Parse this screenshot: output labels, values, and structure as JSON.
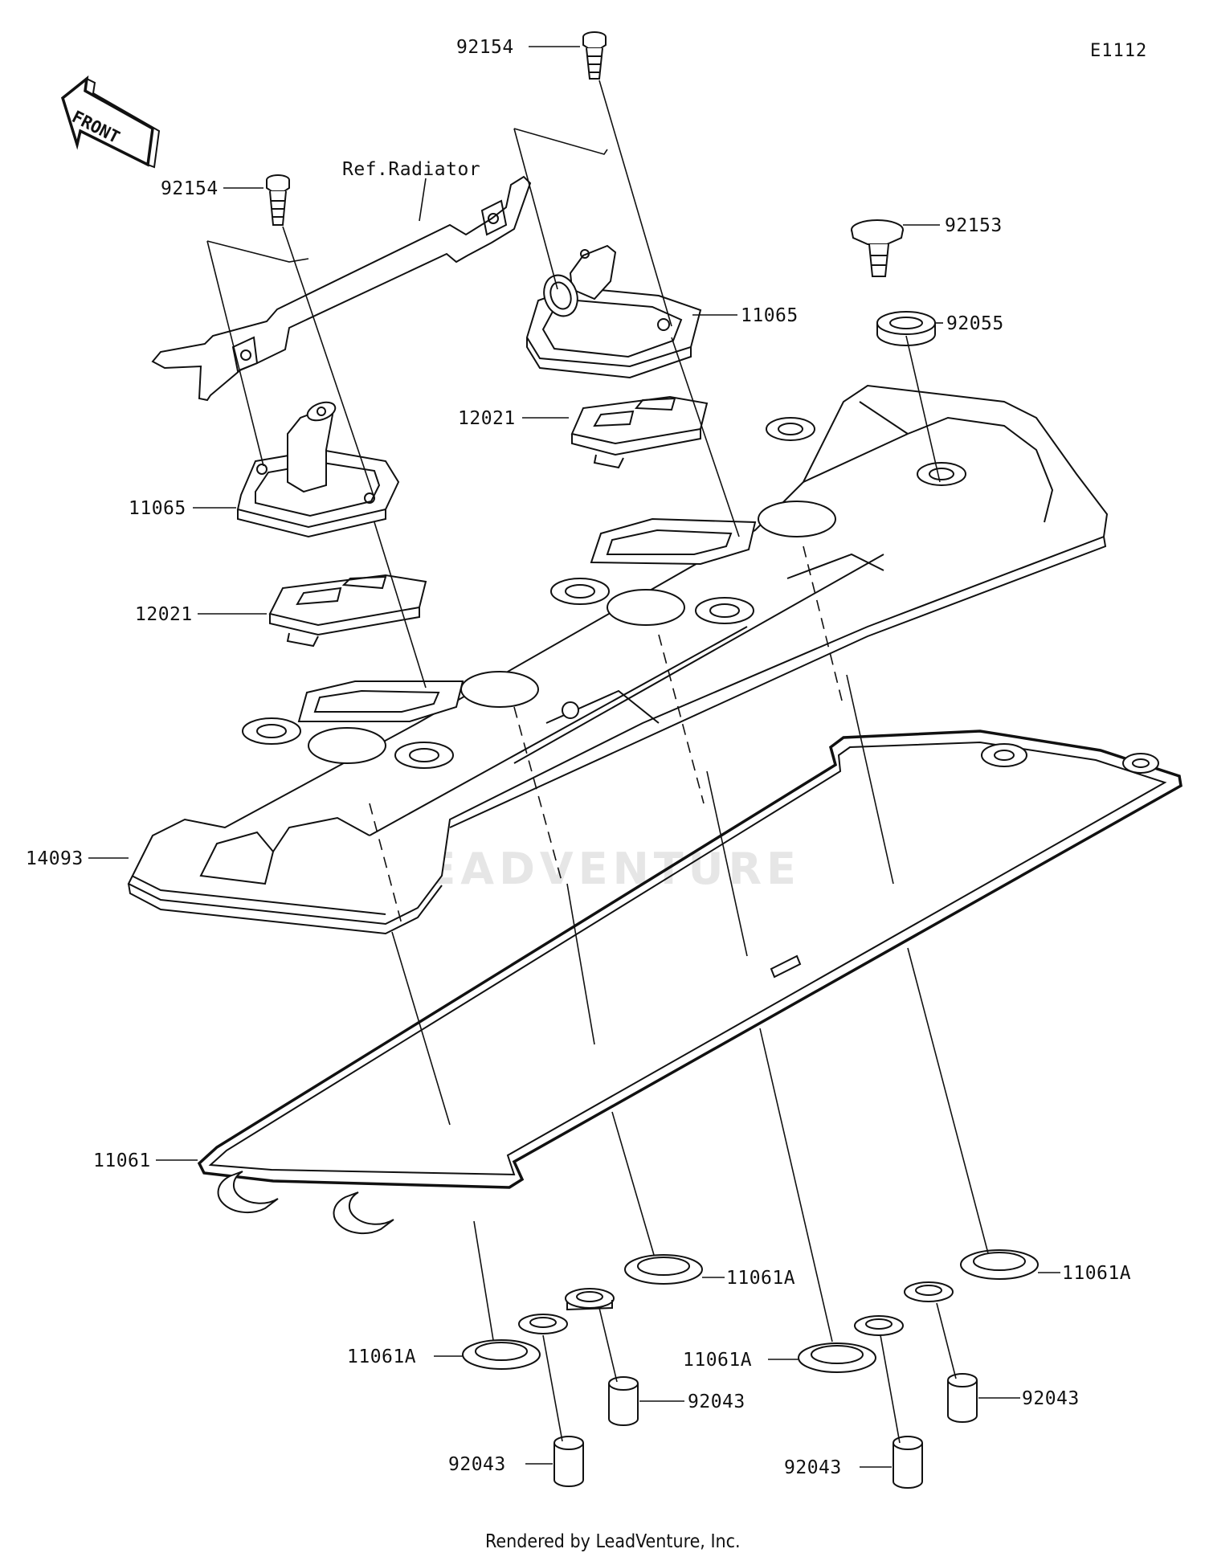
{
  "diagram": {
    "figure_code": "E1112",
    "front_label": "FRONT",
    "ref_label": "Ref.Radiator",
    "footer": "Rendered by LeadVenture, Inc.",
    "watermark": "LEADVENTURE",
    "parts": [
      {
        "id": "92154_top",
        "number": "92154"
      },
      {
        "id": "92154_left",
        "number": "92154"
      },
      {
        "id": "92153",
        "number": "92153"
      },
      {
        "id": "11065_right",
        "number": "11065"
      },
      {
        "id": "92055",
        "number": "92055"
      },
      {
        "id": "12021_top",
        "number": "12021"
      },
      {
        "id": "11065_left",
        "number": "11065"
      },
      {
        "id": "12021_left",
        "number": "12021"
      },
      {
        "id": "14093",
        "number": "14093"
      },
      {
        "id": "11061",
        "number": "11061"
      },
      {
        "id": "11061A_1",
        "number": "11061A"
      },
      {
        "id": "11061A_2",
        "number": "11061A"
      },
      {
        "id": "11061A_3",
        "number": "11061A"
      },
      {
        "id": "11061A_4",
        "number": "11061A"
      },
      {
        "id": "92043_1",
        "number": "92043"
      },
      {
        "id": "92043_2",
        "number": "92043"
      },
      {
        "id": "92043_3",
        "number": "92043"
      },
      {
        "id": "92043_4",
        "number": "92043"
      }
    ]
  }
}
